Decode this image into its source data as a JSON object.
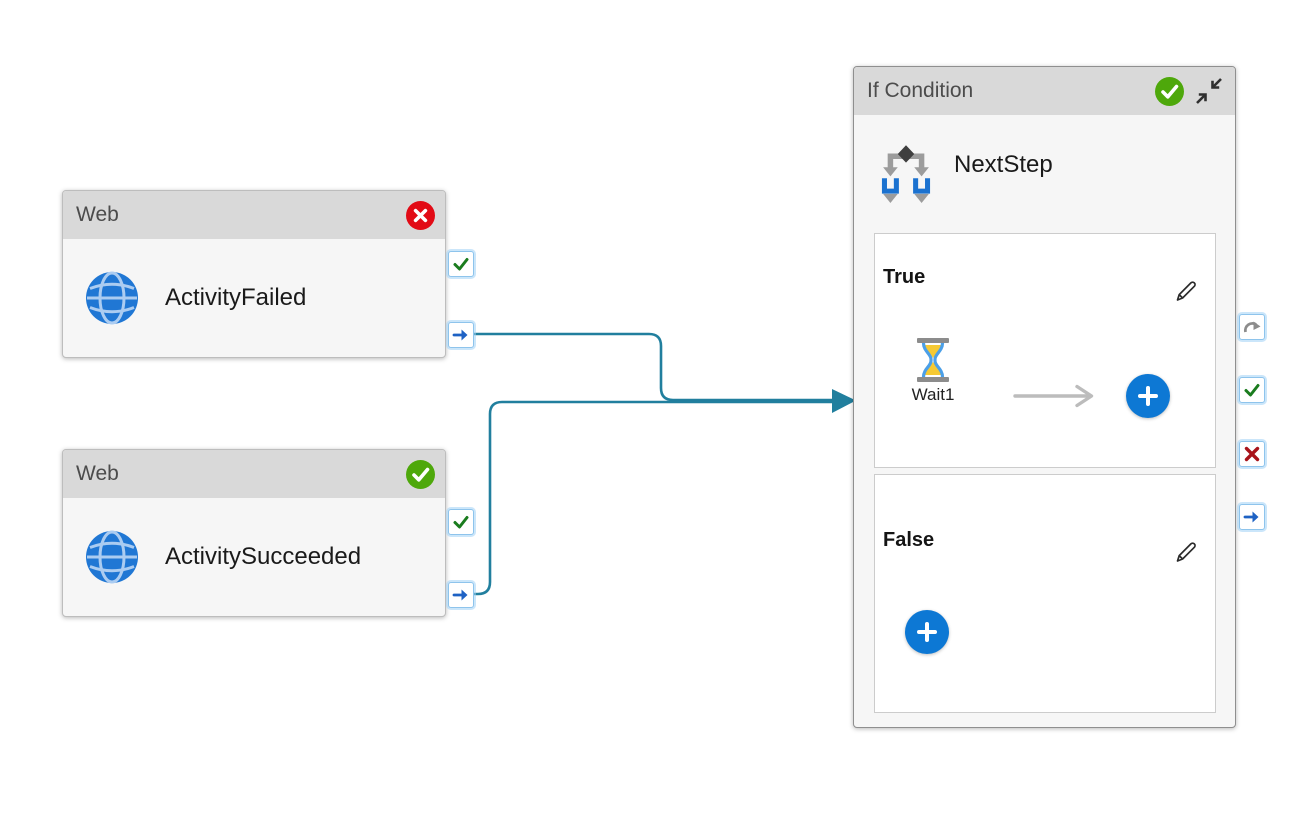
{
  "canvas": {
    "background": "#ffffff"
  },
  "palette": {
    "connector_teal": "#217f9e",
    "header_gray": "#d9d9d9",
    "node_body_gray": "#f6f6f6",
    "status_success_green": "#4ea80b",
    "status_error_red": "#e20b16",
    "port_check_green": "#1a7c1e",
    "port_arrow_blue": "#1e62c4",
    "port_fail_red": "#a8131a",
    "port_skip_gray": "#8c8c8c",
    "add_button_blue": "#0d78d4",
    "globe_blue": "#2077d4"
  },
  "nodes": {
    "web_failed": {
      "type_label": "Web",
      "name": "ActivityFailed",
      "status": "failed",
      "status_icon": "error-x-circle",
      "type_icon": "globe-icon",
      "ports": [
        "succeeded-check",
        "completion-arrow"
      ]
    },
    "web_succeeded": {
      "type_label": "Web",
      "name": "ActivitySucceeded",
      "status": "succeeded",
      "status_icon": "success-check-circle",
      "type_icon": "globe-icon",
      "ports": [
        "succeeded-check",
        "completion-arrow"
      ]
    },
    "if_condition": {
      "type_label": "If Condition",
      "name": "NextStep",
      "status": "succeeded",
      "status_icon": "success-check-circle",
      "collapse_icon": "collapse-diagonal-arrows",
      "type_icon": "if-condition-branch-icon",
      "ports": [
        "skipped-curved-arrow",
        "succeeded-check",
        "failed-x",
        "completion-arrow"
      ],
      "true_branch": {
        "label": "True",
        "edit_icon": "pencil-icon",
        "add_icon": "plus-circle",
        "activities": [
          {
            "name": "Wait1",
            "type_icon": "hourglass-icon"
          }
        ]
      },
      "false_branch": {
        "label": "False",
        "edit_icon": "pencil-icon",
        "add_icon": "plus-circle",
        "activities": []
      }
    }
  },
  "connections": [
    {
      "from": "ActivityFailed.completion-port",
      "to": "NextStep"
    },
    {
      "from": "ActivitySucceeded.completion-port",
      "to": "NextStep"
    }
  ]
}
